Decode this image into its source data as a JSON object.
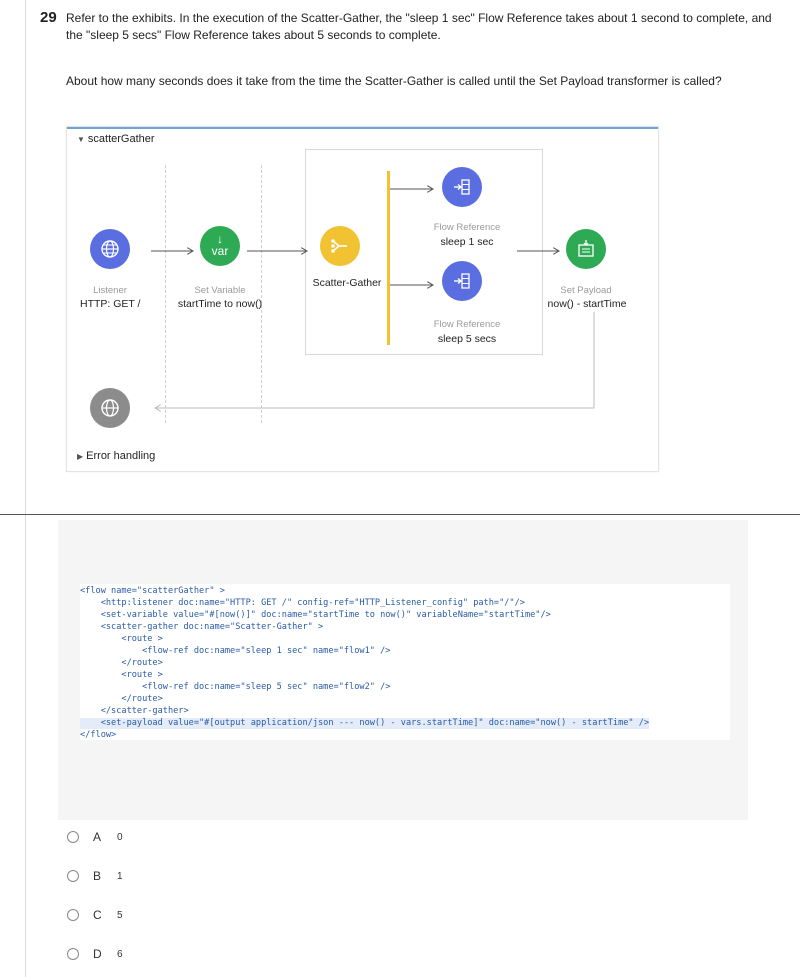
{
  "question": {
    "number": "29",
    "text": "Refer to the exhibits. In the execution of the Scatter-Gather, the \"sleep 1 sec\" Flow Reference takes about 1 second to complete, and the \"sleep 5 secs\" Flow Reference takes about 5 seconds to complete.",
    "ask": "About how many seconds does it take from the time the Scatter-Gather is called until the Set Payload transformer is called?"
  },
  "flow": {
    "title": "scatterGather",
    "error_handling": "Error handling",
    "listener": {
      "type": "Listener",
      "name": "HTTP: GET /"
    },
    "set_variable": {
      "type": "Set Variable",
      "name": "startTime to now()",
      "icon_text": "var"
    },
    "scatter_gather": {
      "name": "Scatter-Gather"
    },
    "ref1": {
      "type": "Flow Reference",
      "name": "sleep 1 sec"
    },
    "ref2": {
      "type": "Flow Reference",
      "name": "sleep 5 secs"
    },
    "set_payload": {
      "type": "Set Payload",
      "name": "now() - startTime"
    },
    "colors": {
      "listener": "#5b6ee1",
      "set_variable": "#2eaa55",
      "scatter_gather": "#f1c232",
      "flow_ref": "#5b6ee1",
      "set_payload": "#2eaa55",
      "error_source": "#8c8c8c"
    }
  },
  "code": {
    "lines": [
      "<flow name=\"scatterGather\" >",
      "    <http:listener doc:name=\"HTTP: GET /\" config-ref=\"HTTP_Listener_config\" path=\"/\"/>",
      "    <set-variable value=\"#[now()]\" doc:name=\"startTime to now()\" variableName=\"startTime\"/>",
      "    <scatter-gather doc:name=\"Scatter-Gather\" >",
      "        <route >",
      "            <flow-ref doc:name=\"sleep 1 sec\" name=\"flow1\" />",
      "        </route>",
      "        <route >",
      "            <flow-ref doc:name=\"sleep 5 sec\" name=\"flow2\" />",
      "        </route>",
      "    </scatter-gather>",
      "    <set-payload value=\"#[output application/json --- now() - vars.startTime]\" doc:name=\"now() - startTime\" />",
      "</flow>"
    ]
  },
  "options": [
    {
      "letter": "A",
      "value": "0"
    },
    {
      "letter": "B",
      "value": "1"
    },
    {
      "letter": "C",
      "value": "5"
    },
    {
      "letter": "D",
      "value": "6"
    }
  ]
}
